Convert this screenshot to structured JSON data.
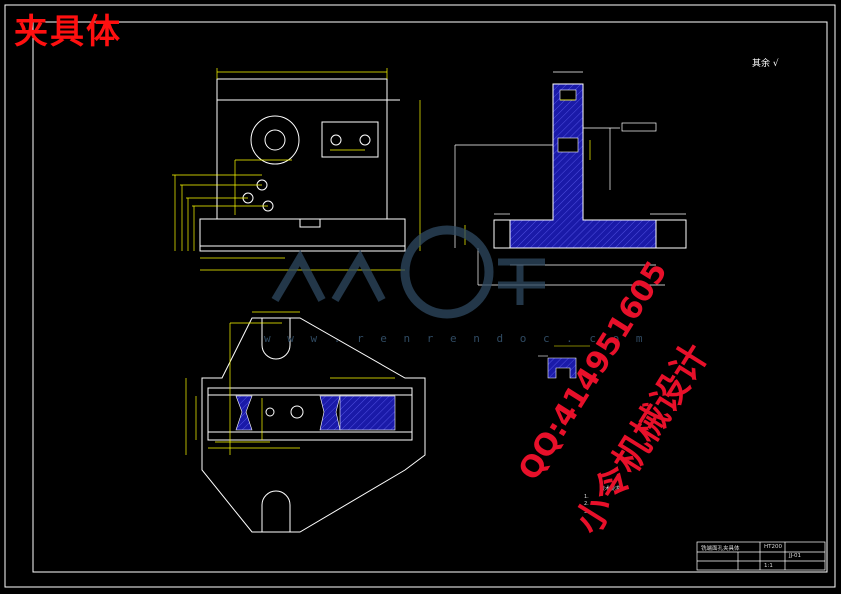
{
  "header": {
    "title": "夹具体"
  },
  "watermark": {
    "site_text": "w w w . r e n r e n d o c . c o m"
  },
  "overlay": {
    "qq_line": "QQ:414951605",
    "name_line": "小令机械设计"
  },
  "symbols": {
    "roughness_mark": "其余 √"
  },
  "notes": {
    "heading": "技术要求",
    "items": [
      "1.",
      "2.",
      "3."
    ]
  },
  "title_block": {
    "part_name": "铣端面孔夹具体",
    "material": "HT200",
    "scale": "1:1",
    "drawing_no": "JJ-01"
  },
  "colors": {
    "line": "#ffffff",
    "dimension": "#ffff00",
    "section_fill": "#1a1aa8",
    "hatch": "#4f4fe0",
    "title_red": "#ff1010",
    "watermark": "#2f4a62"
  }
}
